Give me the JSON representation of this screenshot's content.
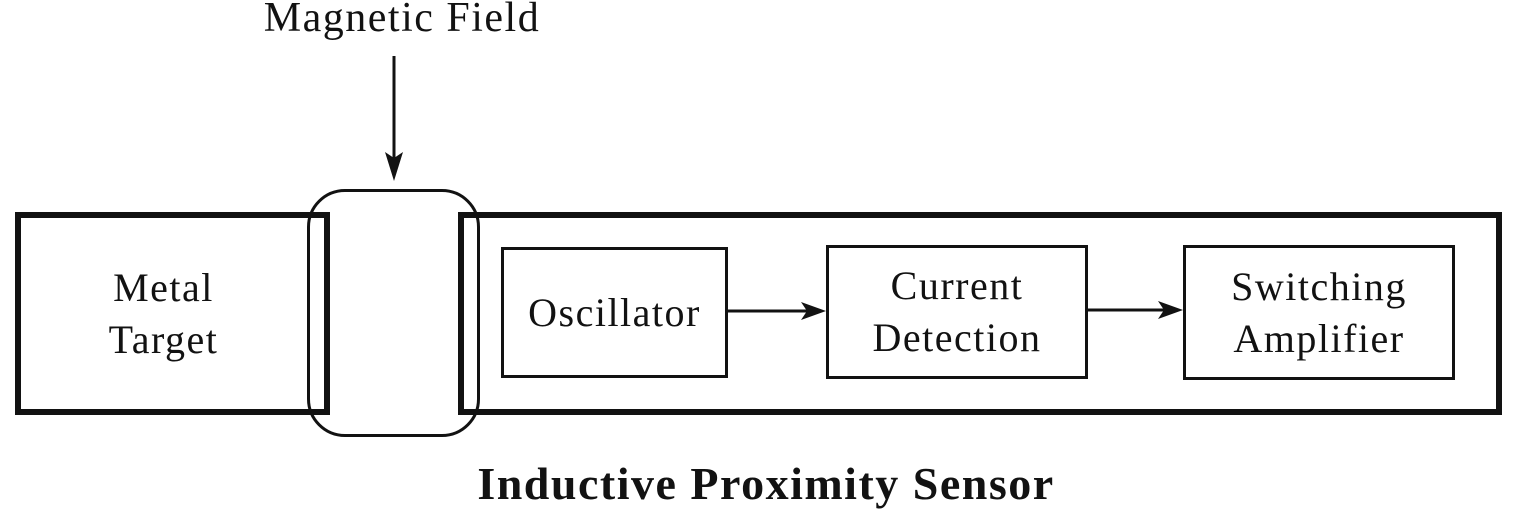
{
  "page": {
    "background_color": "#ffffff",
    "line_color": "#121212"
  },
  "diagram": {
    "top_label": "Magnetic Field",
    "caption": "Inductive Proximity Sensor",
    "blocks": {
      "metal_target": {
        "lines": [
          "Metal",
          "Target"
        ]
      },
      "oscillator": {
        "lines": [
          "Oscillator"
        ]
      },
      "current_detection": {
        "lines": [
          "Current",
          "Detection"
        ]
      },
      "switching_amplifier": {
        "lines": [
          "Switching",
          "Amplifier"
        ]
      }
    },
    "arrows": [
      "magnetic-field-to-coil",
      "oscillator-to-current-detection",
      "current-detection-to-switching-amplifier"
    ]
  }
}
